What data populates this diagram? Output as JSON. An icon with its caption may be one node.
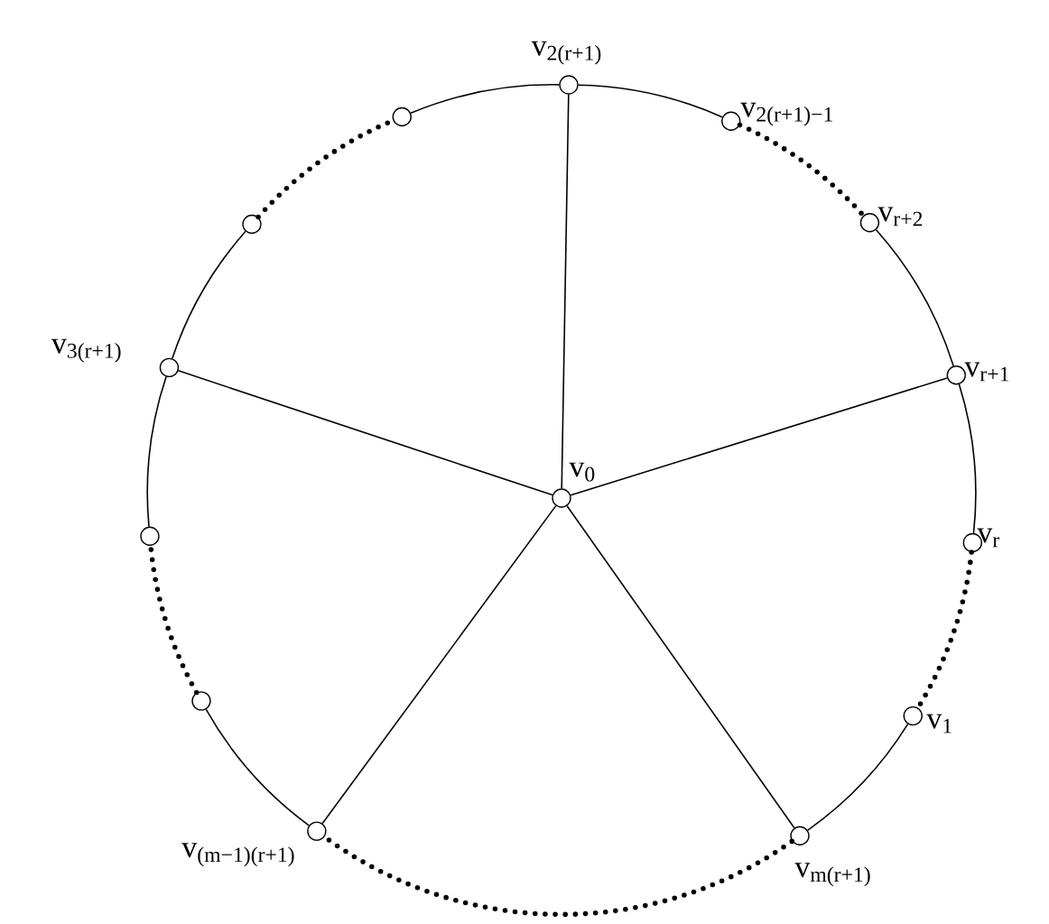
{
  "diagram": {
    "nodes": [
      {
        "text": [
          "v$_{2(r+1)}$"
        ]
      },
      {
        "text": [],
        "shape": "circle"
      },
      {
        "text": [
          "v$_{2(r+1)−1}$"
        ]
      },
      {
        "text": [],
        "shape": "circle"
      },
      {
        "text": [
          "v$_{r+2}$"
        ]
      },
      {
        "text": [
          "v$_{3(r+1)}$"
        ]
      },
      {
        "text": [
          "v$_{r+1}$"
        ]
      },
      {
        "text": [
          "v$_{0}$"
        ]
      },
      {
        "text": [],
        "shape": "circle"
      },
      {
        "text": [
          "v$_{r}$"
        ]
      },
      {
        "text": [],
        "shape": "circle"
      },
      {
        "text": [
          "v$_{1}$"
        ]
      },
      {
        "text": [
          "v$_{(m−1)(r+1)}$"
        ]
      },
      {
        "text": [
          "v$_{m(r+1)}$"
        ]
      }
    ],
    "edges": [
      {
        "from": 0,
        "to": 2,
        "arrow": "none"
      },
      {
        "from": 2,
        "to": 4,
        "arrow": "none",
        "style": "dashed"
      },
      {
        "from": 4,
        "to": 6,
        "arrow": "none"
      },
      {
        "from": 6,
        "to": 9,
        "arrow": "none"
      },
      {
        "from": 9,
        "to": 11,
        "arrow": "none",
        "style": "dashed"
      },
      {
        "from": 11,
        "to": 13,
        "arrow": "none"
      },
      {
        "from": 13,
        "to": 12,
        "arrow": "none",
        "style": "dashed"
      },
      {
        "from": 12,
        "to": 10,
        "arrow": "none"
      },
      {
        "from": 10,
        "to": 8,
        "arrow": "none",
        "style": "dashed"
      },
      {
        "from": 8,
        "to": 5,
        "arrow": "none"
      },
      {
        "from": 5,
        "to": 3,
        "arrow": "none"
      },
      {
        "from": 3,
        "to": 1,
        "arrow": "none",
        "style": "dashed"
      },
      {
        "from": 1,
        "to": 0,
        "arrow": "none"
      },
      {
        "from": 7,
        "to": 0,
        "arrow": "none"
      },
      {
        "from": 7,
        "to": 6,
        "arrow": "none"
      },
      {
        "from": 7,
        "to": 13,
        "arrow": "none"
      },
      {
        "from": 7,
        "to": 12,
        "arrow": "none"
      },
      {
        "from": 7,
        "to": 5,
        "arrow": "none"
      }
    ]
  }
}
